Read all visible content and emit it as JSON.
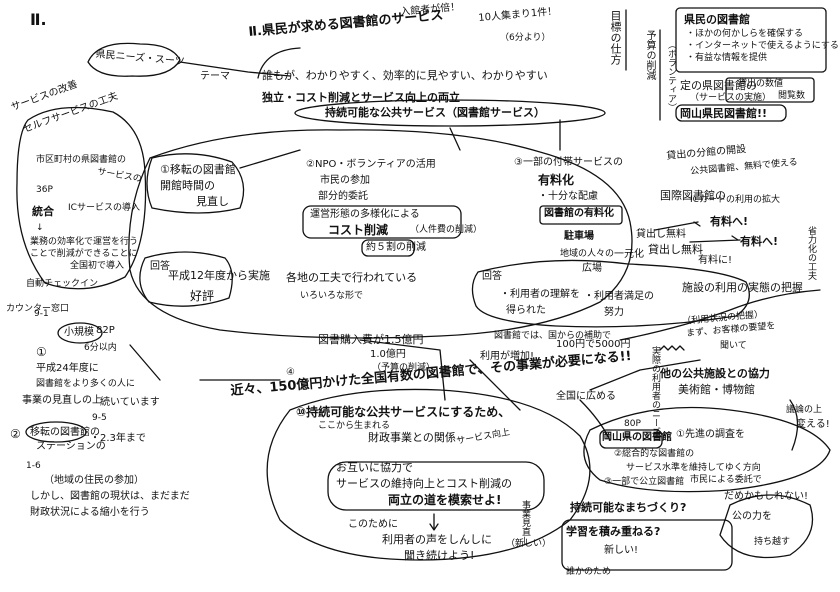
{
  "colors": {
    "ink": "#111111",
    "paper": "#ffffff"
  },
  "header": {
    "roman": "Ⅱ.",
    "title": "Ⅱ.県民が求める図書館のサービス",
    "note_top": "入館者が倍！",
    "note_top2": "10人集まり1件！",
    "note_top3": "（6分より）",
    "bubble": "県民ニーズ・スーツ",
    "theme": "テーマ"
  },
  "top": {
    "line1": "誰もが、わかりやすく、効率的に見やすい、わかりやすい",
    "line2": "独立・コスト削減とサービス向上の両立",
    "banner": "持続可能な公共サービス（図書館サービス）"
  },
  "right_vertical": {
    "v1": "目標の仕方",
    "v2": "予算の削減",
    "v3": "（ボランティア）",
    "v4": "省力化の工夫"
  },
  "top_right_box": {
    "title": "県民の図書館",
    "items": [
      "・ほかの何かしらを確保する",
      "・インターネットで使えるようにする",
      "・有益な情報を提供"
    ],
    "mid": "定の県図書館の",
    "mid2": "（サービスの実施）",
    "mid3": "貸出の数値",
    "mid4": "閲覧数",
    "bottom": "岡山県民図書館!!"
  },
  "left_vertical": {
    "a": "サービスの改善",
    "b": "セルフサービスの工夫",
    "c": "カウンター窓口"
  },
  "left_box": {
    "l1": "市区町村の県図書館の",
    "l2": "サービスの",
    "l3": "36P",
    "l4": "統合",
    "l5": "ICサービスの導入",
    "l6": "↓",
    "l7": "業務の効率化で運営を行う",
    "l8": "ことで削減ができることに",
    "l9": "全国初で導入",
    "l10": "自動チェックイン"
  },
  "node1": {
    "num": "①",
    "l1": "①移転の図書館",
    "l2": "開館時間の",
    "l3": "見直し"
  },
  "node2": {
    "num": "②",
    "l1": "②NPO・ボランティアの活用",
    "l2": "市民の参加",
    "l3": "部分的委託",
    "l4": "運営形態の多様化による",
    "l5": "コスト削減",
    "l6": "（人件費の削減）",
    "l7": "約５割の削減"
  },
  "node3": {
    "num": "③",
    "l1": "③一部の付帯サービスの",
    "l2": "有料化",
    "l3": "・十分な配慮",
    "l4": "図書館の有料化",
    "l5": "駐車場",
    "l6": "地域の人々の",
    "l7": "広場",
    "l8": "一元化",
    "l9": "貸出し無料",
    "l10": "有料へ!"
  },
  "right_mid": {
    "r1": "貸出の分館の開設",
    "r2": "公共図書館、無料で使える",
    "r3": "国際図書館の",
    "r4": "ICカードの利用の拡大",
    "r5": "有料へ!",
    "r6": "貸出し無料",
    "r7": "有料に!"
  },
  "node_bottom_left": {
    "l1": "回答",
    "l2": "平成12年度から実施",
    "l3": "好評"
  },
  "mid_band": {
    "m1": "各地の工夫で行われている",
    "m2": "いろいろな形で",
    "m3": "回答",
    "m4": "・利用者の理解を",
    "m5": "・利用者満足の",
    "m6": "得られた",
    "m7": "努力",
    "m8": "施設の利用の実態の把握",
    "m9": "（利用状況の把握）",
    "m10": "まず、お客様の要望を",
    "m11": "聞いて",
    "m12": "図書館では、国からの補助で",
    "m13": "100円で5000円",
    "m14": "利用が増加!",
    "m15": "実際の利用者のニーズ"
  },
  "center": {
    "c1": "図書購入費が1.5億円",
    "c2": "1.0億円",
    "c3": "（予算の削減）",
    "c4": "近々、150億円かけた全国有数の図書館で、その事業が必要になる!!",
    "c5": "全国に広める",
    "c6": "④",
    "c7": "⑩持続可能な公共サービスにするため、",
    "c8": "ここから生まれる",
    "c9": "財政事業との関係",
    "c10": "サービス向上",
    "c11": "お互いに協力で",
    "c12": "サービスの維持向上とコスト削減の",
    "c13": "両立の道を模索せよ!",
    "c14": "このために",
    "c15": "利用者の声をしんしに",
    "c16": "聞き続けよう!"
  },
  "bottom_left": {
    "b1": "①",
    "b2": "9-1",
    "b3": "小規模",
    "b4": "82P",
    "b5": "6分以内",
    "b6": "平成24年度に",
    "b7": "図書館をより多くの人に",
    "b8": "事業の見直しの上",
    "b9": "続いています",
    "b10": "②",
    "b11": "9-5",
    "b12": "移転の図書館の",
    "b13": "ステーションの",
    "b14": "1-6",
    "b15": "・2.3年まで",
    "b16": "（地域の住民の参加）",
    "b17": "しかし、図書館の現状は、まだまだ",
    "b18": "財政状況による縮小を行う"
  },
  "right_bottom": {
    "r1": "他の公共施設との協力",
    "r2": "美術館・博物館",
    "r3": "議論の上",
    "r4": "変える!",
    "r5": "80P",
    "r6": "岡山県の図書館",
    "r7": "①先進の調査を",
    "r8": "②総合的な図書館の",
    "r9": "サービス水準を維持してゆく方向",
    "r10": "③一部で公立図書館",
    "r11": "市民による委託で",
    "r12": "持続可能なまちづくり?",
    "r13": "学習を積み重ねる?",
    "r14": "新しい!",
    "r15": "だめかもしれない!",
    "r16": "公の力を",
    "r17": "持ち越す",
    "r18": "誰かのため",
    "r19": "事業見直し",
    "r20": "（新しい）"
  }
}
